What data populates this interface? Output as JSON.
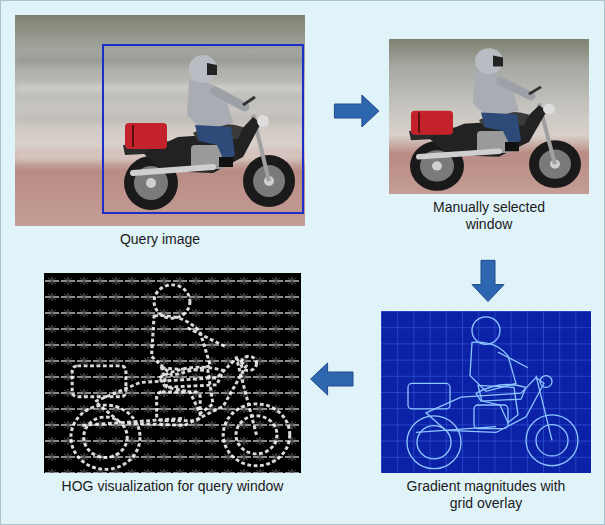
{
  "diagram": {
    "nodes": [
      {
        "text": [
          "Query image"
        ]
      },
      {
        "text": [
          "Manually selected window"
        ]
      },
      {
        "text": [
          "HOG visualization for query window"
        ]
      },
      {
        "text": [
          "Gradient magnitudes with grid overlay"
        ]
      }
    ],
    "edges": [
      {
        "from": 0,
        "to": 1,
        "arrow": "to"
      },
      {
        "from": 1,
        "to": 3,
        "arrow": "to"
      },
      {
        "from": 3,
        "to": 2,
        "arrow": "to"
      }
    ]
  }
}
